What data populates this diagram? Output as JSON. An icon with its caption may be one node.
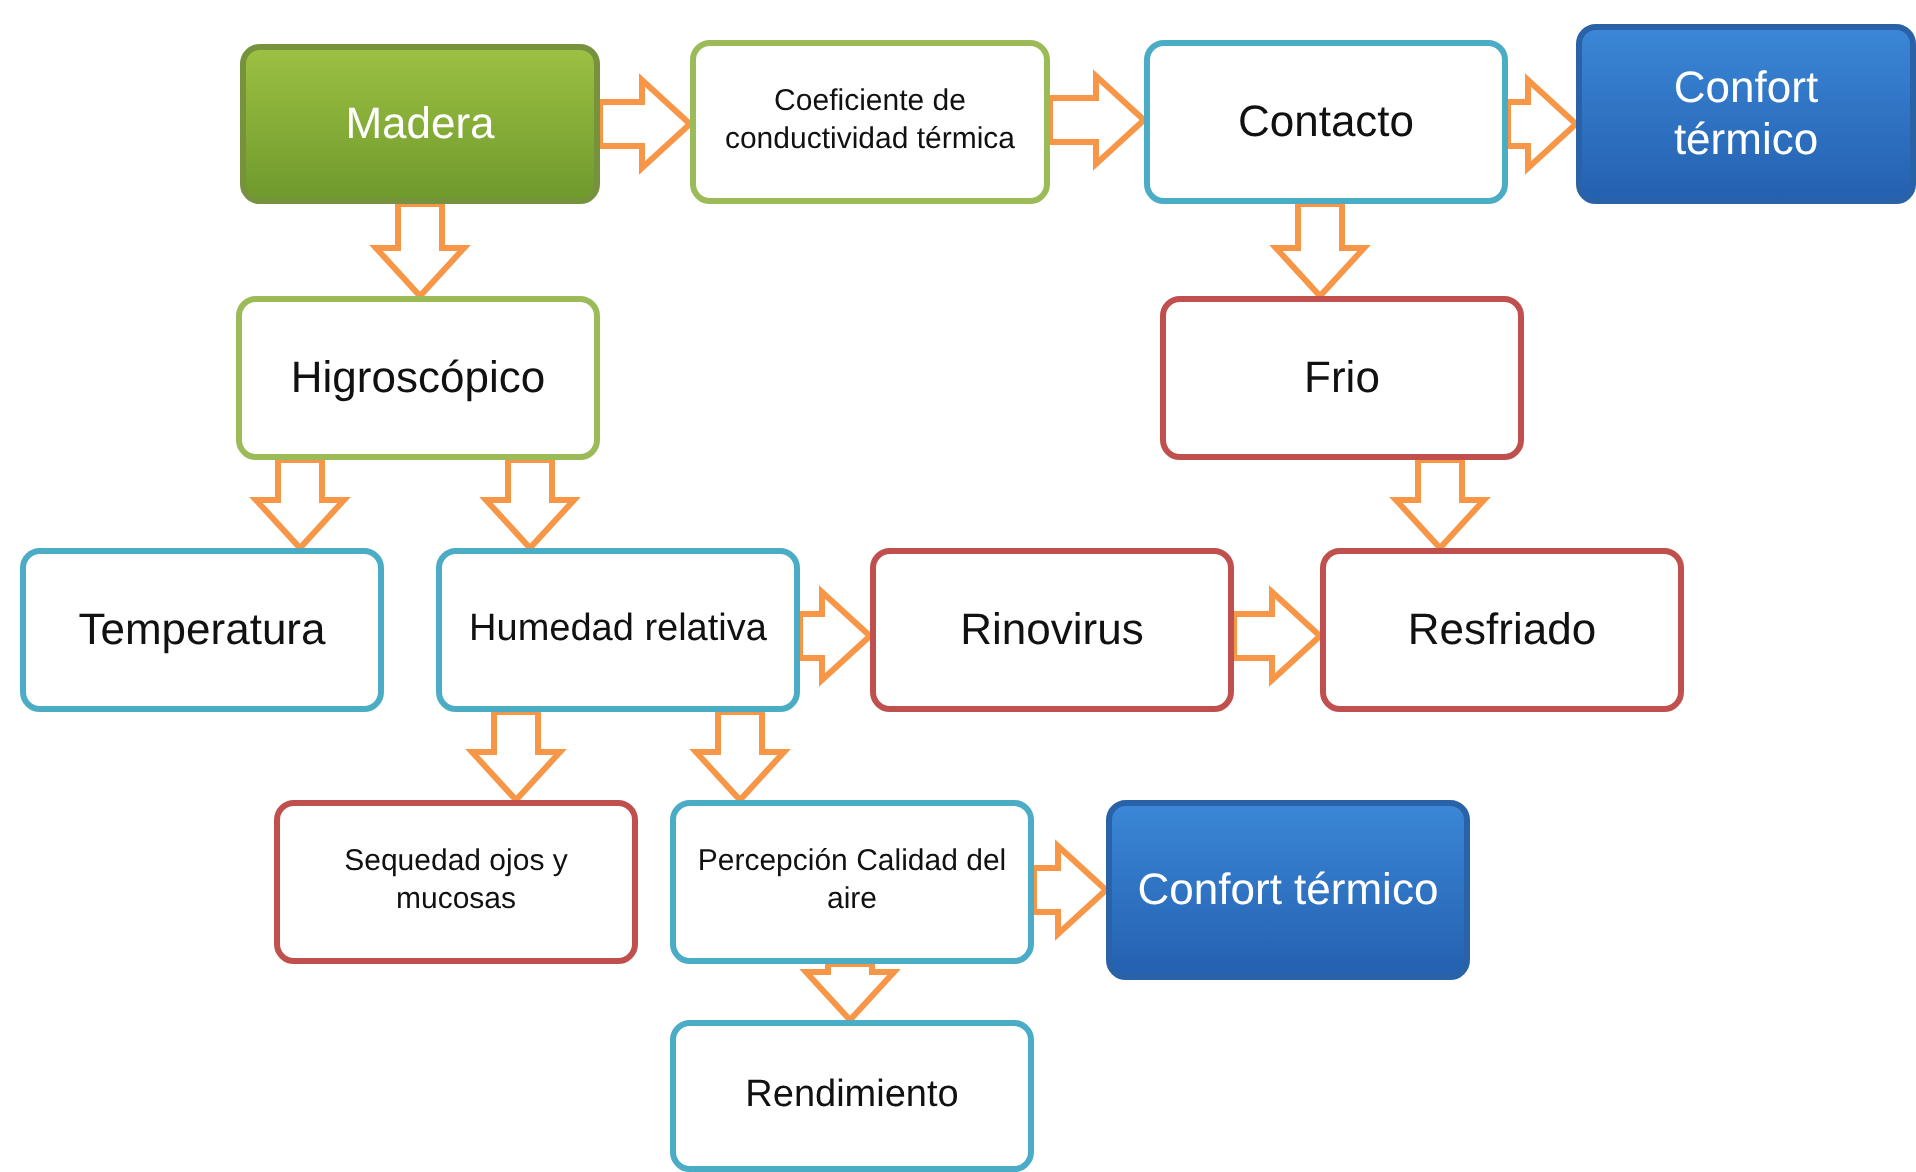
{
  "diagram": {
    "nodes": [
      {
        "text": [
          "Madera"
        ]
      },
      {
        "text": [
          "Coeficiente de conductividad térmica"
        ]
      },
      {
        "text": [
          "Contacto"
        ]
      },
      {
        "text": [
          "Confort térmico"
        ]
      },
      {
        "text": [
          "Higroscópico"
        ]
      },
      {
        "text": [
          "Frio"
        ]
      },
      {
        "text": [
          "Temperatura"
        ]
      },
      {
        "text": [
          "Humedad relativa"
        ]
      },
      {
        "text": [
          "Rinovirus"
        ]
      },
      {
        "text": [
          "Resfriado"
        ]
      },
      {
        "text": [
          "Sequedad ojos y mucosas"
        ]
      },
      {
        "text": [
          "Percepción Calidad del aire"
        ]
      },
      {
        "text": [
          "Confort térmico"
        ]
      },
      {
        "text": [
          "Rendimiento"
        ]
      }
    ],
    "edges": [
      {
        "from": 0,
        "to": 1,
        "arrow": "to"
      },
      {
        "from": 1,
        "to": 2,
        "arrow": "to"
      },
      {
        "from": 2,
        "to": 3,
        "arrow": "to"
      },
      {
        "from": 0,
        "to": 4,
        "arrow": "to"
      },
      {
        "from": 2,
        "to": 5,
        "arrow": "to"
      },
      {
        "from": 4,
        "to": 6,
        "arrow": "to"
      },
      {
        "from": 4,
        "to": 7,
        "arrow": "to"
      },
      {
        "from": 5,
        "to": 9,
        "arrow": "to"
      },
      {
        "from": 7,
        "to": 8,
        "arrow": "to"
      },
      {
        "from": 8,
        "to": 9,
        "arrow": "to"
      },
      {
        "from": 7,
        "to": 10,
        "arrow": "to"
      },
      {
        "from": 7,
        "to": 11,
        "arrow": "to"
      },
      {
        "from": 11,
        "to": 12,
        "arrow": "to"
      },
      {
        "from": 11,
        "to": 13,
        "arrow": "to"
      }
    ]
  }
}
